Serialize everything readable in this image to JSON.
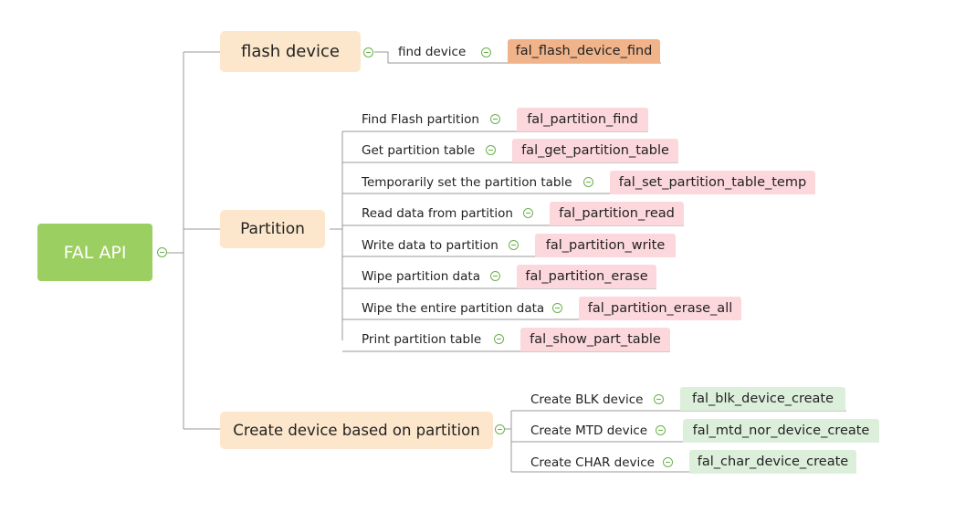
{
  "root": {
    "label": "FAL API"
  },
  "branches": {
    "flash": {
      "label": "flash device",
      "items": [
        {
          "label": "find device",
          "fn": "fal_flash_device_find"
        }
      ]
    },
    "partition": {
      "label": "Partition",
      "items": [
        {
          "label": "Find Flash partition",
          "fn": "fal_partition_find"
        },
        {
          "label": "Get partition table",
          "fn": "fal_get_partition_table"
        },
        {
          "label": "Temporarily set the partition table",
          "fn": "fal_set_partition_table_temp"
        },
        {
          "label": "Read data from partition",
          "fn": "fal_partition_read"
        },
        {
          "label": "Write data to partition",
          "fn": "fal_partition_write"
        },
        {
          "label": "Wipe partition data",
          "fn": "fal_partition_erase"
        },
        {
          "label": "Wipe the entire partition data",
          "fn": "fal_partition_erase_all"
        },
        {
          "label": "Print partition table",
          "fn": "fal_show_part_table"
        }
      ]
    },
    "create": {
      "label": "Create device based on partition",
      "items": [
        {
          "label": "Create BLK device",
          "fn": "fal_blk_device_create"
        },
        {
          "label": "Create MTD device",
          "fn": "fal_mtd_nor_device_create"
        },
        {
          "label": "Create CHAR device",
          "fn": "fal_char_device_create"
        }
      ]
    }
  },
  "colors": {
    "root": "#9ccf61",
    "branch": "#fde7cc",
    "flash_fn": "#f0b38a",
    "partition_fn": "#fcd8dc",
    "create_fn": "#dcefdb",
    "line": "#9a9a9a",
    "toggle": "#6ab04c"
  },
  "icons": {
    "toggle": "collapse-minus-icon"
  }
}
